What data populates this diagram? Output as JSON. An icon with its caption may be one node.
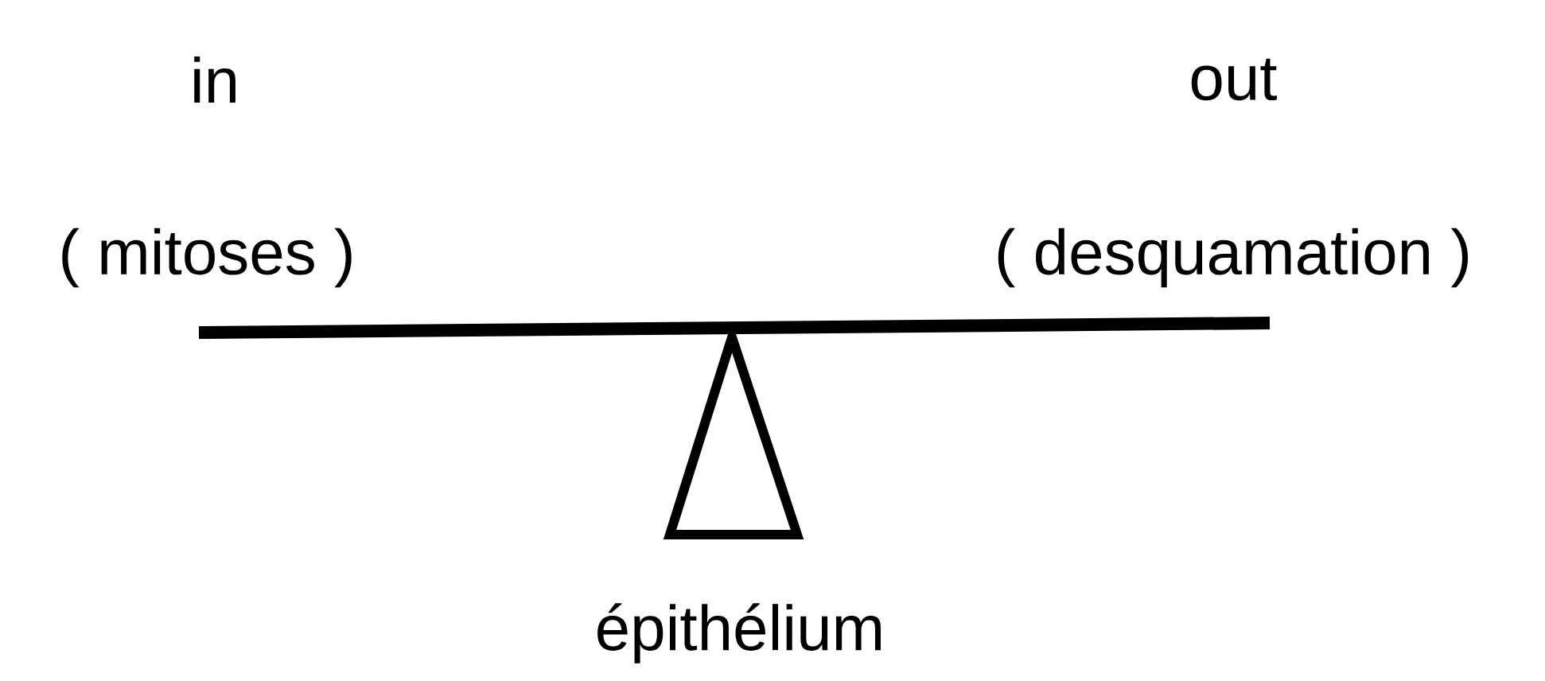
{
  "diagram": {
    "labels": [
      "in",
      "out",
      "( mitoses )",
      "( desquamation )",
      "épithélium"
    ]
  }
}
